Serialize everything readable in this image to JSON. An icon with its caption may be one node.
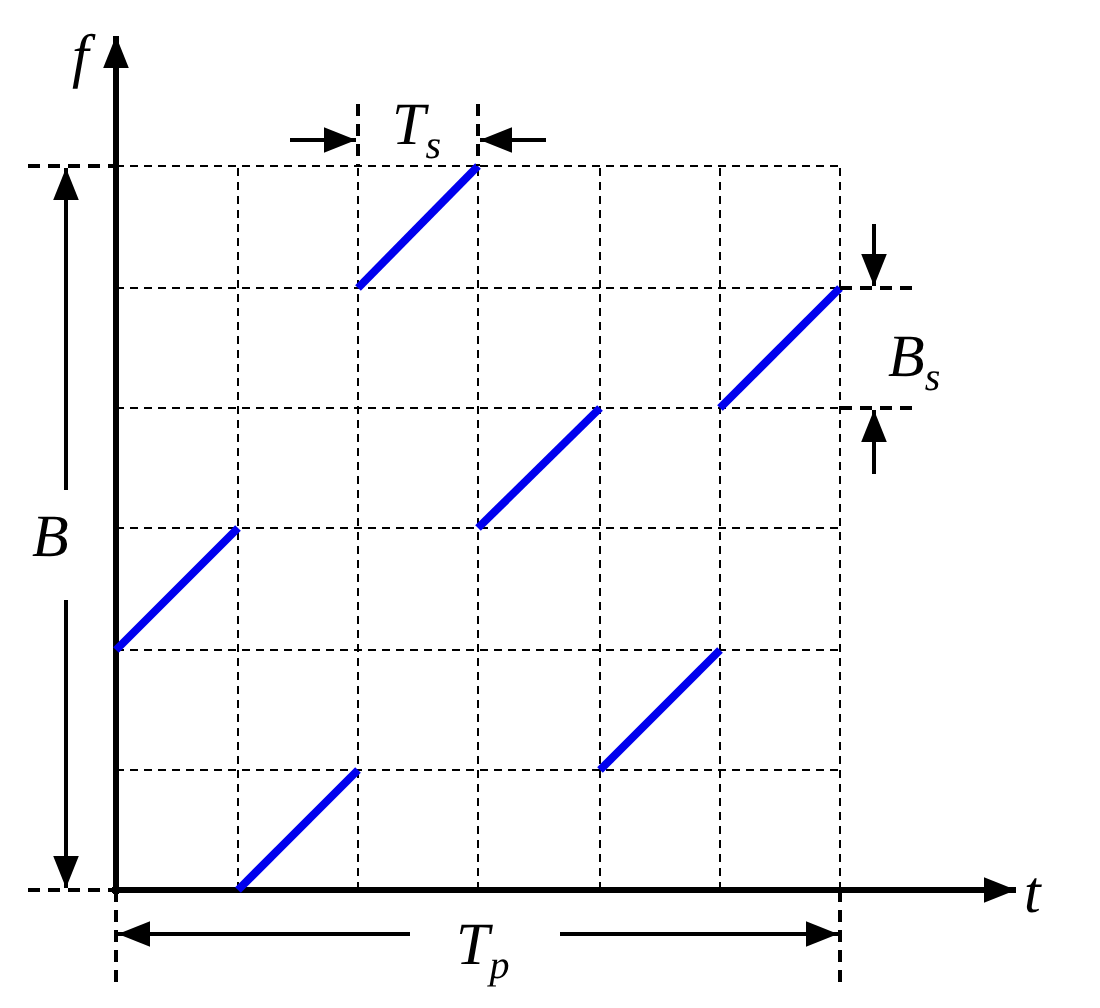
{
  "diagram": {
    "labels": [
      "f",
      "T$_{s}$",
      "B$_{s}$",
      "B",
      "t",
      "T$_{p}$"
    ]
  }
}
